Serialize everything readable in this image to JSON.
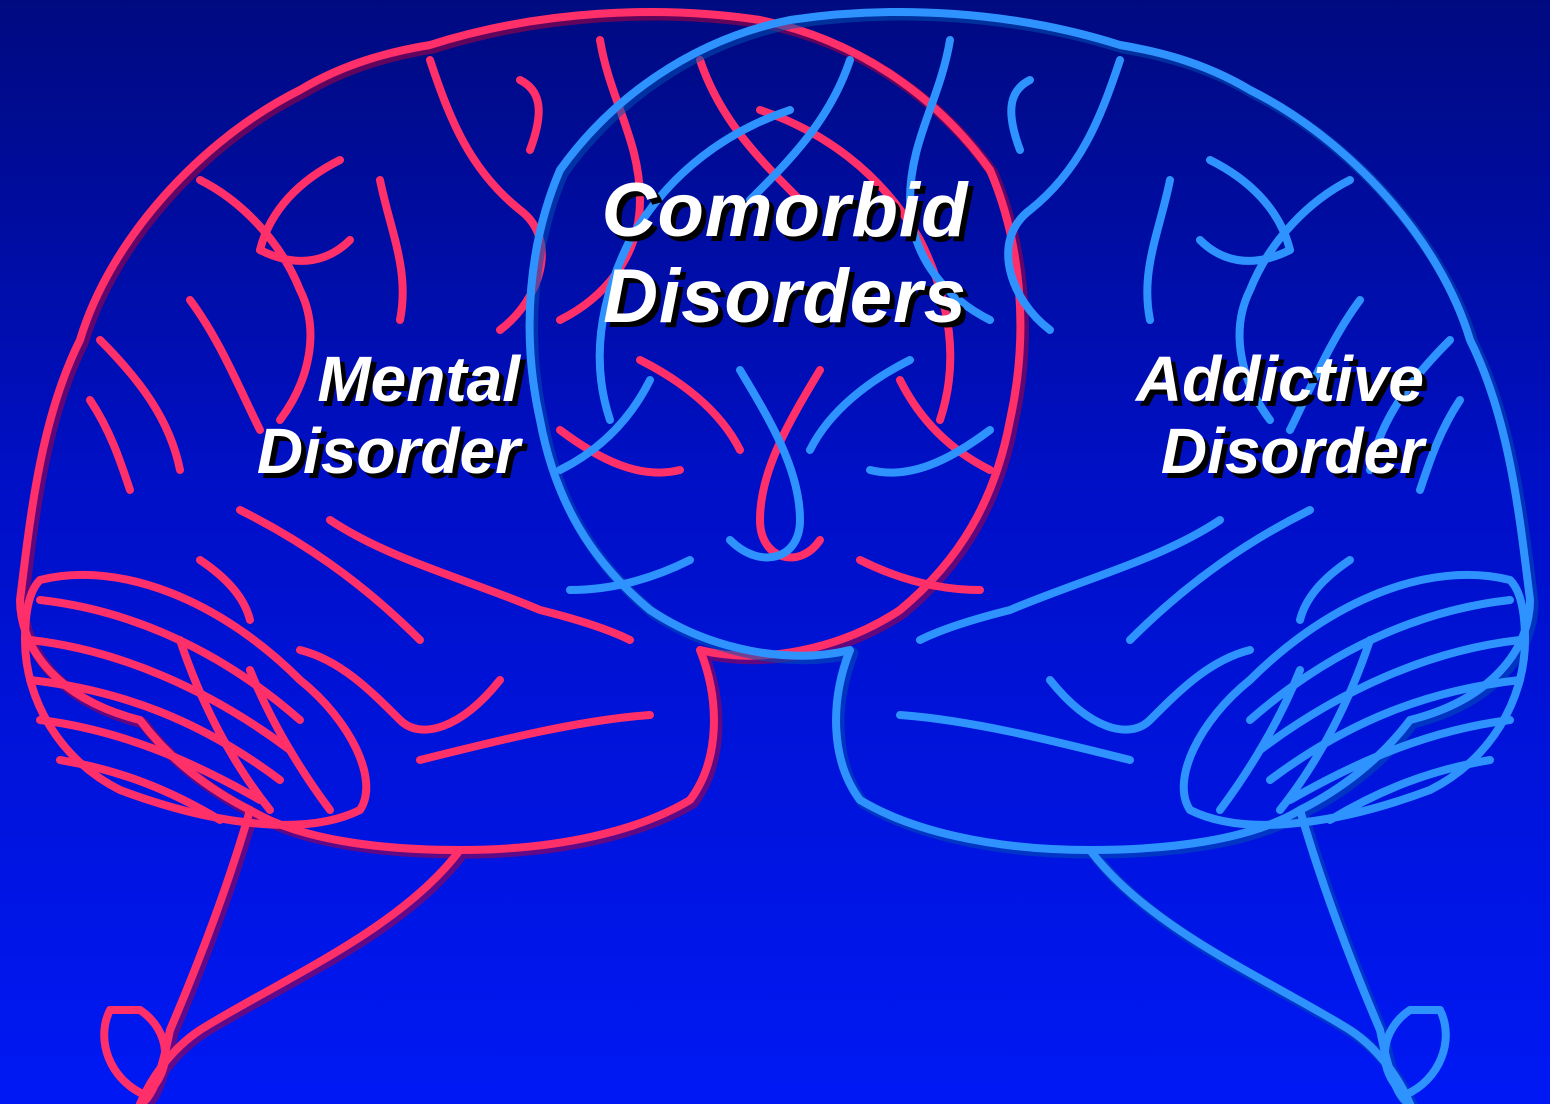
{
  "colors": {
    "background_top": "#000a80",
    "background_bottom": "#0018f4",
    "mental_brain": "#ff2f6a",
    "addictive_brain": "#2f93ff",
    "label_text": "#ffffff",
    "label_shadow": "#000000"
  },
  "labels": {
    "comorbid": {
      "line1": "Comorbid",
      "line2": "Disorders"
    },
    "mental": {
      "line1": "Mental",
      "line2": "Disorder"
    },
    "addictive": {
      "line1": "Addictive",
      "line2": "Disorder"
    }
  }
}
